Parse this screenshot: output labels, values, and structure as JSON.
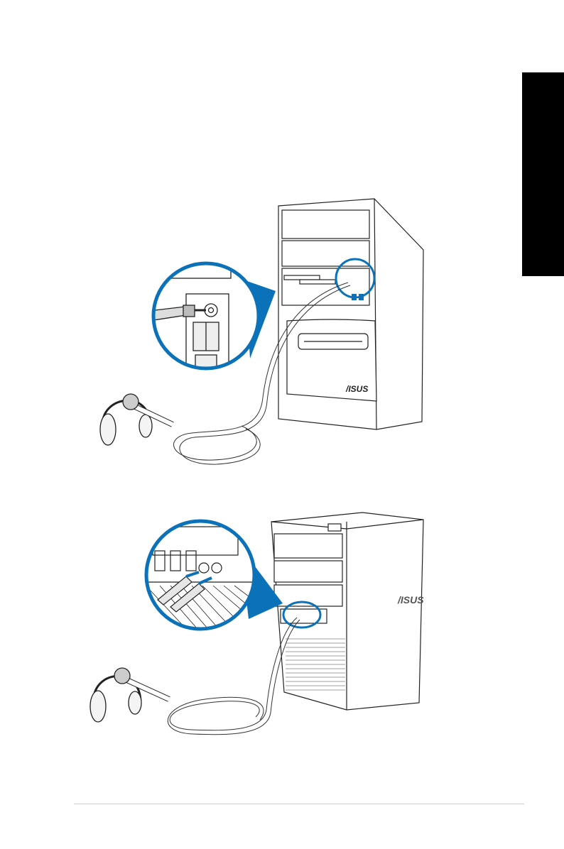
{
  "document": {
    "language_tab": {
      "color": "#000000"
    },
    "illustrations": [
      {
        "id": "top",
        "brand": "/ISUS",
        "accent": "#0b72b9"
      },
      {
        "id": "bottom",
        "brand": "/ISUS",
        "accent": "#0b72b9"
      }
    ]
  }
}
